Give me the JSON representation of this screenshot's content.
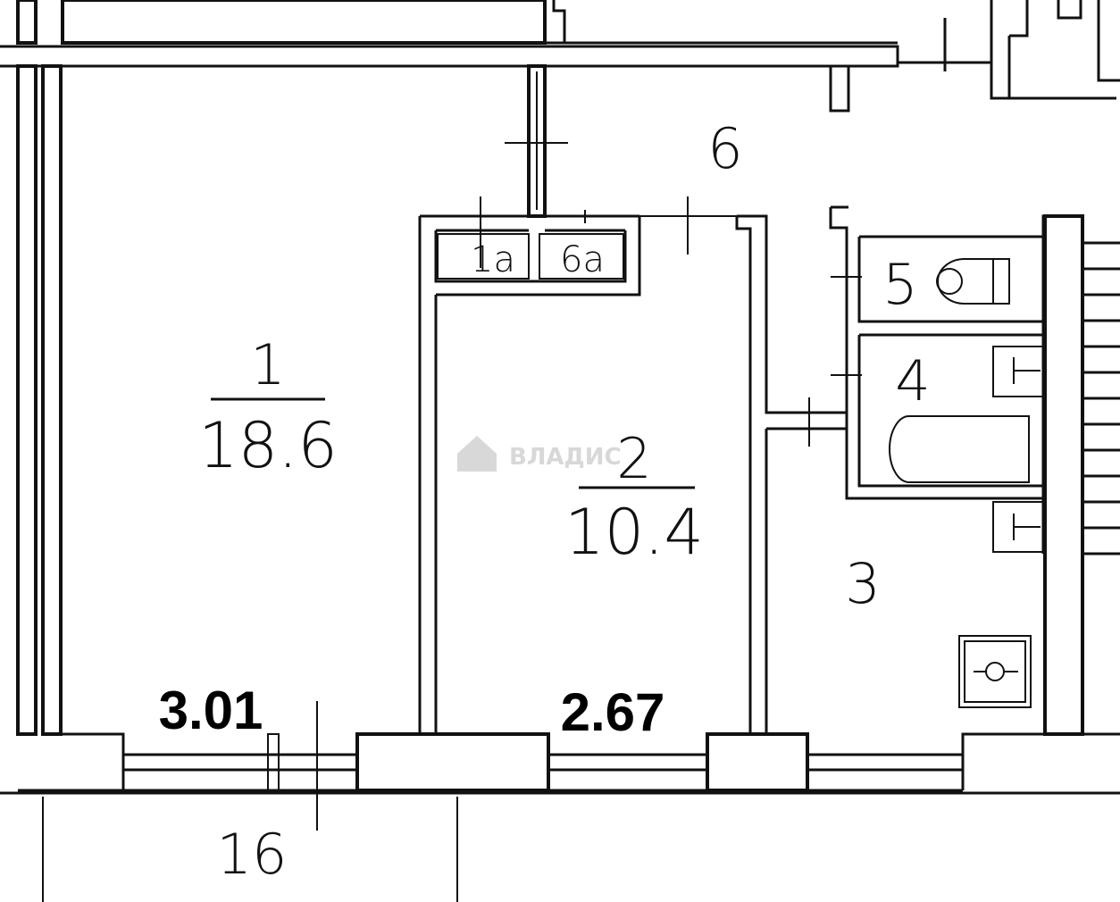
{
  "plan": {
    "rooms": [
      {
        "id": "room-1",
        "number": "1",
        "area": "18.6"
      },
      {
        "id": "room-2",
        "number": "2",
        "area": "10.4"
      },
      {
        "id": "room-3",
        "number": "3"
      },
      {
        "id": "room-4",
        "number": "4"
      },
      {
        "id": "room-5",
        "number": "5"
      },
      {
        "id": "room-6",
        "number": "6"
      },
      {
        "id": "closet-1a",
        "number": "1а"
      },
      {
        "id": "closet-6a",
        "number": "6а"
      }
    ],
    "dimensions": {
      "window_left": "3.01",
      "window_middle": "2.67",
      "outer": "16"
    },
    "watermark": "ВЛАДИС",
    "colors": {
      "ink": "#111111",
      "paper": "#ffffff",
      "watermark": "#d8d8d8"
    },
    "icons": [
      "house-logo-icon",
      "toilet-icon",
      "bathtub-icon",
      "sink-icon",
      "stove-icon"
    ]
  }
}
